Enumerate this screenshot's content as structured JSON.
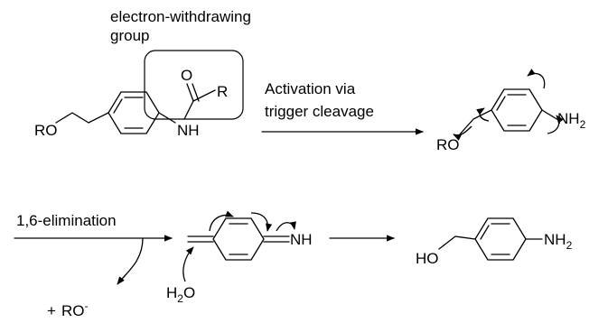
{
  "annotation": {
    "ewg_line1": "electron-withdrawing",
    "ewg_line2": "group"
  },
  "step1": {
    "label_line1": "Activation via",
    "label_line2": "trigger cleavage"
  },
  "step2": {
    "label": "1,6-elimination",
    "byproduct_plus": "+",
    "byproduct": "RO",
    "byproduct_charge": "-"
  },
  "atoms": {
    "RO": "RO",
    "O": "O",
    "R": "R",
    "NH": "NH",
    "NH2": "NH",
    "sub2": "2",
    "H2O_H": "H",
    "H2O_O": "O",
    "HO": "HO"
  }
}
